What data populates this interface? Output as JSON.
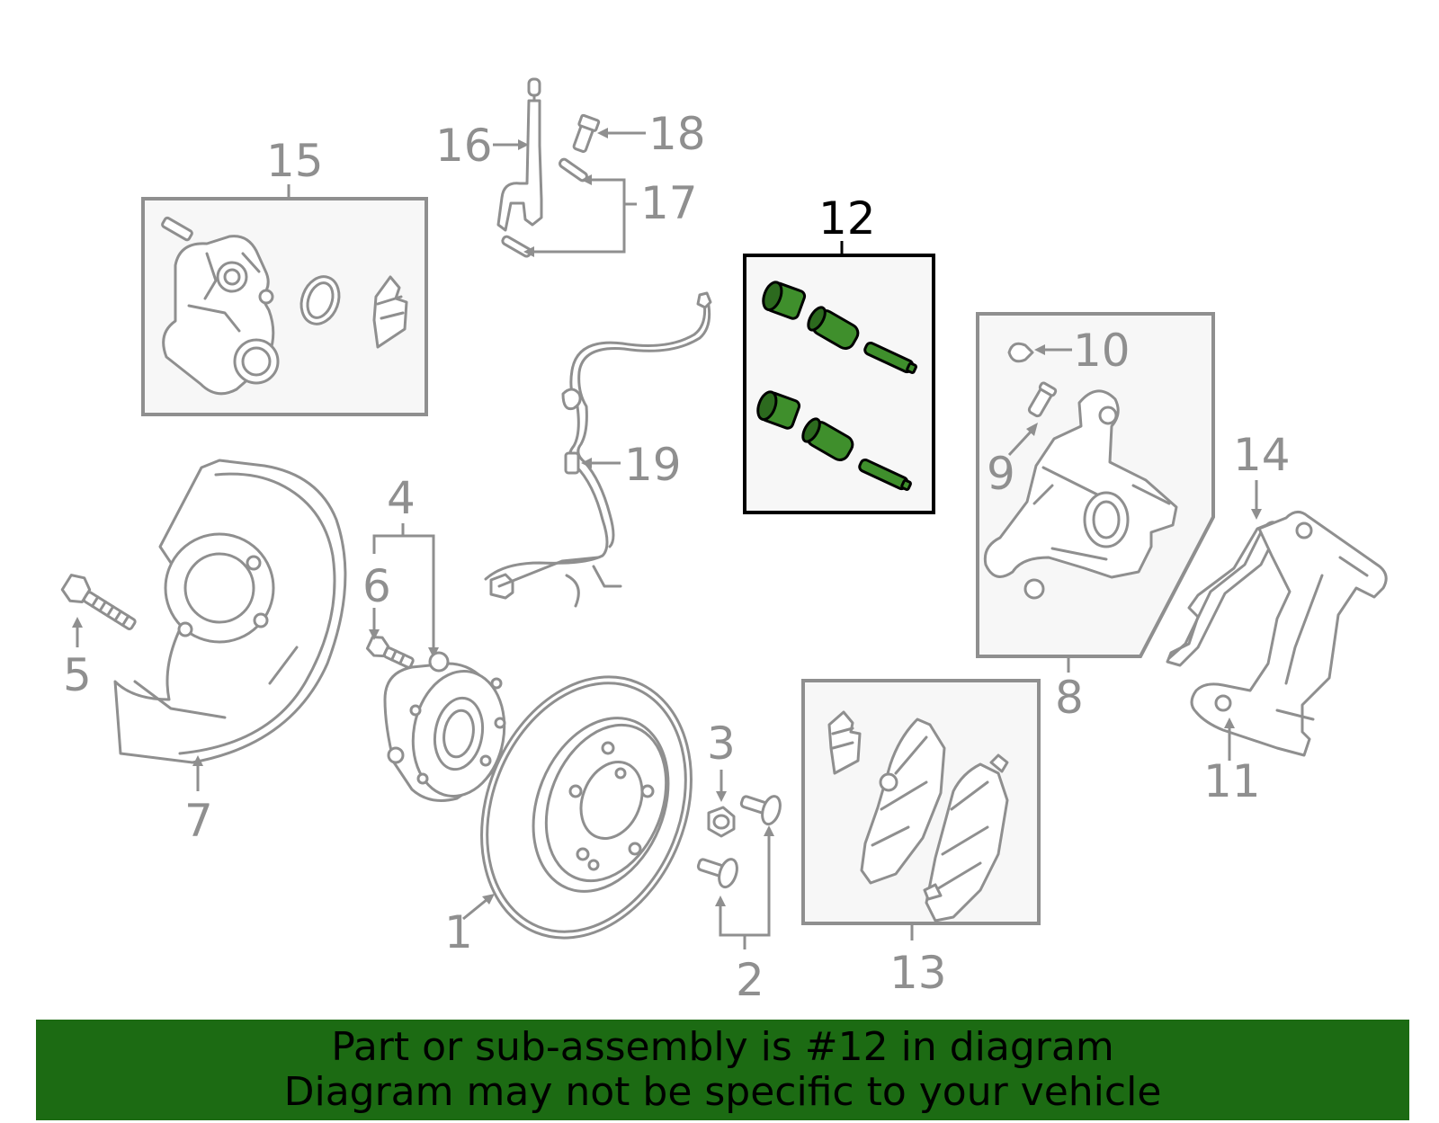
{
  "labels": {
    "p1": "1",
    "p2": "2",
    "p3": "3",
    "p4": "4",
    "p5": "5",
    "p6": "6",
    "p7": "7",
    "p8": "8",
    "p9": "9",
    "p10": "10",
    "p11": "11",
    "p12": "12",
    "p13": "13",
    "p14": "14",
    "p15": "15",
    "p16": "16",
    "p17": "17",
    "p18": "18",
    "p19": "19"
  },
  "highlighted_part": "12",
  "colors": {
    "highlight_fill": "#3f8f2c",
    "banner_background": "#1c6b13",
    "part_outline": "#8f8f8f",
    "highlight_box_outline": "#000000"
  },
  "banner": {
    "line1": "Part or sub-assembly is #12 in diagram",
    "line2": "Diagram may not be specific to your vehicle"
  }
}
